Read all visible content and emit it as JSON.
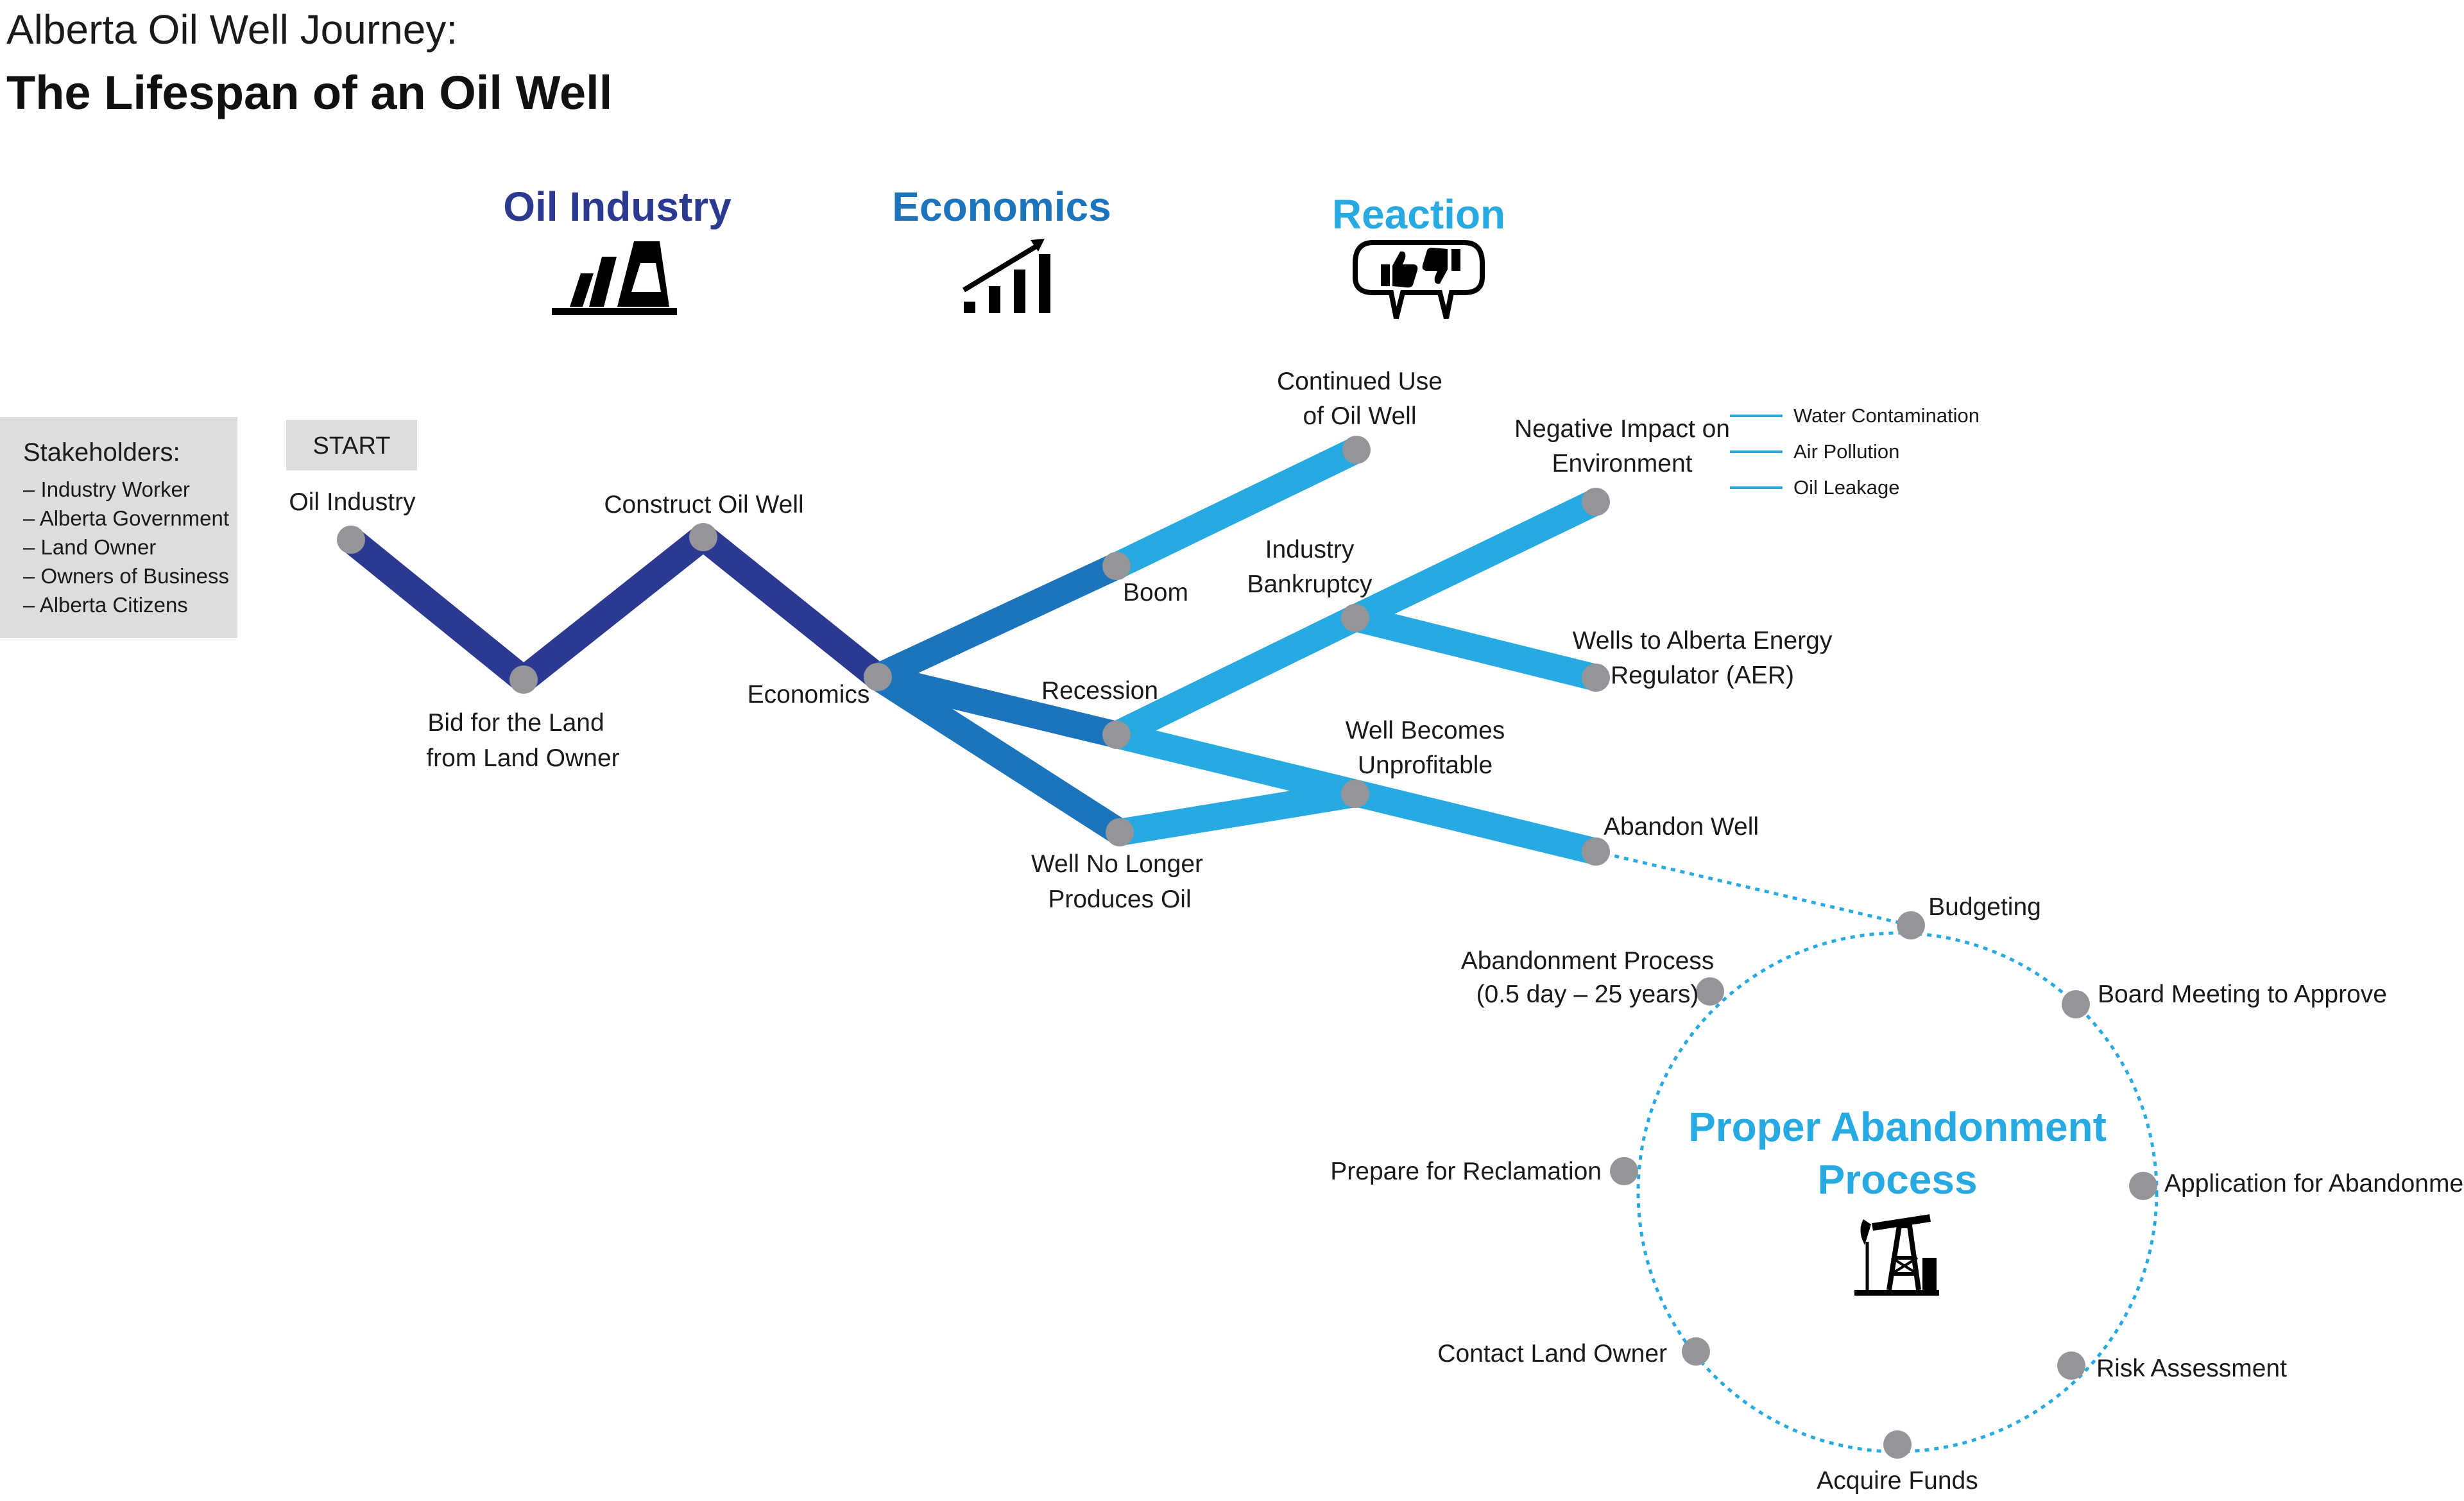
{
  "title": {
    "line1": "Alberta Oil Well Journey:",
    "line2": "The Lifespan of an Oil Well"
  },
  "categories": [
    {
      "key": "industry",
      "label": "Oil Industry",
      "icon": "factory-icon",
      "color": "#2b3990"
    },
    {
      "key": "economics",
      "label": "Economics",
      "icon": "bar-chart-growth-icon",
      "color": "#1c75bc"
    },
    {
      "key": "reaction",
      "label": "Reaction",
      "icon": "thumbs-up-down-speech-bubble-icon",
      "color": "#27aae1"
    }
  ],
  "stakeholders": {
    "heading": "Stakeholders:",
    "items": [
      "– Industry Worker",
      "– Alberta Government",
      "– Land Owner",
      "– Owners of Business",
      "– Alberta Citizens"
    ]
  },
  "start_label": "START",
  "colors": {
    "industry": "#2b3990",
    "economics": "#1c75bc",
    "reaction": "#27aae1",
    "node": "#939598",
    "stakeholder_bg": "#dcdddf",
    "dotted": "#27aae1"
  },
  "nodes": [
    {
      "id": "oil_industry",
      "lines": [
        "Oil Industry"
      ]
    },
    {
      "id": "bid",
      "lines": [
        "Bid for the Land",
        "from Land Owner"
      ]
    },
    {
      "id": "construct",
      "lines": [
        "Construct Oil Well"
      ]
    },
    {
      "id": "economics",
      "lines": [
        "Economics"
      ]
    },
    {
      "id": "boom",
      "lines": [
        "Boom"
      ]
    },
    {
      "id": "recession",
      "lines": [
        "Recession"
      ]
    },
    {
      "id": "no_longer",
      "lines": [
        "Well No Longer",
        "Produces Oil"
      ]
    },
    {
      "id": "continued",
      "lines": [
        "Continued Use",
        "of Oil Well"
      ]
    },
    {
      "id": "bankruptcy",
      "lines": [
        "Industry",
        "Bankruptcy"
      ]
    },
    {
      "id": "unprofitable",
      "lines": [
        "Well Becomes",
        "Unprofitable"
      ]
    },
    {
      "id": "negative",
      "lines": [
        "Negative Impact on",
        "Environment"
      ]
    },
    {
      "id": "aer",
      "lines": [
        "Wells to Alberta Energy",
        "Regulator (AER)"
      ]
    },
    {
      "id": "abandon",
      "lines": [
        "Abandon Well"
      ]
    },
    {
      "id": "budgeting",
      "lines": [
        "Budgeting"
      ]
    },
    {
      "id": "board",
      "lines": [
        "Board Meeting to Approve"
      ]
    },
    {
      "id": "application",
      "lines": [
        "Application for Abandonment"
      ]
    },
    {
      "id": "risk",
      "lines": [
        "Risk Assessment"
      ]
    },
    {
      "id": "funds",
      "lines": [
        "Acquire Funds"
      ]
    },
    {
      "id": "landowner",
      "lines": [
        "Contact Land Owner"
      ]
    },
    {
      "id": "reclamation",
      "lines": [
        "Prepare for Reclamation"
      ]
    },
    {
      "id": "process",
      "lines": [
        "Abandonment Process",
        "(0.5 day – 25 years)"
      ]
    }
  ],
  "impacts": [
    "Water Contamination",
    "Air Pollution",
    "Oil Leakage"
  ],
  "process_title": [
    "Proper Abandonment",
    "Process"
  ],
  "process_icon": "oil-pump-jack-icon"
}
